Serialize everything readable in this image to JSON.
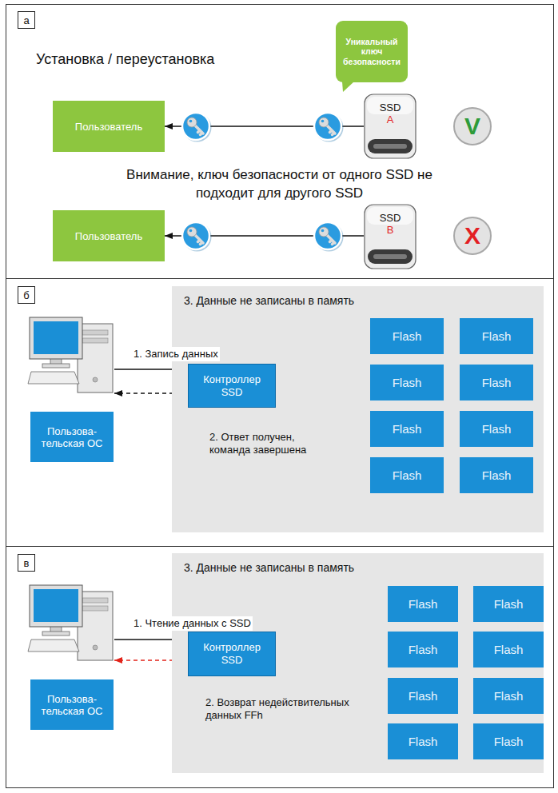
{
  "diagram": {
    "nodes": [
      {
        "text": [
          "а"
        ]
      },
      {
        "text": [
          "Уникальный ключ безопасности"
        ]
      },
      {
        "text": [
          "Пользователь"
        ]
      },
      {
        "text": [
          "SSD",
          "A"
        ]
      },
      {
        "text": [
          "V"
        ]
      },
      {
        "text": [
          "Пользователь"
        ]
      },
      {
        "text": [
          "SSD",
          "B"
        ]
      },
      {
        "text": [
          "X"
        ]
      },
      {
        "text": [
          "б"
        ]
      },
      {
        "text": [
          "3. Данные не записаны в память"
        ]
      },
      {
        "text": [
          "Пользова- тельская ОС"
        ]
      },
      {
        "text": [
          "Контроллер SSD"
        ],
        "in": 9
      },
      {
        "text": [
          "Flash"
        ],
        "in": 9
      },
      {
        "text": [
          "Flash"
        ],
        "in": 9
      },
      {
        "text": [
          "Flash"
        ],
        "in": 9
      },
      {
        "text": [
          "Flash"
        ],
        "in": 9
      },
      {
        "text": [
          "Flash"
        ],
        "in": 9
      },
      {
        "text": [
          "Flash"
        ],
        "in": 9
      },
      {
        "text": [
          "Flash"
        ],
        "in": 9
      },
      {
        "text": [
          "Flash"
        ],
        "in": 9
      },
      {
        "text": [
          "в"
        ]
      },
      {
        "text": [
          "3. Данные не записаны в память"
        ]
      },
      {
        "text": [
          "Пользова- тельская ОС"
        ]
      },
      {
        "text": [
          "Контроллер SSD"
        ],
        "in": 21
      },
      {
        "text": [
          "Flash"
        ],
        "in": 21
      },
      {
        "text": [
          "Flash"
        ],
        "in": 21
      },
      {
        "text": [
          "Flash"
        ],
        "in": 21
      },
      {
        "text": [
          "Flash"
        ],
        "in": 21
      },
      {
        "text": [
          "Flash"
        ],
        "in": 21
      },
      {
        "text": [
          "Flash"
        ],
        "in": 21
      },
      {
        "text": [
          "Flash"
        ],
        "in": 21
      },
      {
        "text": [
          "Flash"
        ],
        "in": 21
      }
    ],
    "edges": [
      {
        "from": 3,
        "to": 2,
        "arrow": "to"
      },
      {
        "from": 6,
        "to": 5,
        "arrow": "to"
      },
      {
        "from": 10,
        "to": 11,
        "label": "1. Запись данных",
        "arrow": "to"
      },
      {
        "from": 11,
        "to": 10,
        "label": "2. Ответ получен, команда завершена",
        "arrow": "to"
      },
      {
        "from": 22,
        "to": 23,
        "label": "1. Чтение данных с SSD",
        "arrow": "to"
      },
      {
        "from": 23,
        "to": 22,
        "label": "2. Возврат недействительных данных FFh",
        "arrow": "to"
      },
      {
        "from": 24,
        "to": 23,
        "arrow": "to"
      },
      {
        "from": 26,
        "to": 23,
        "arrow": "to"
      },
      {
        "from": 28,
        "to": 23,
        "arrow": "to"
      },
      {
        "from": 30,
        "to": 23,
        "arrow": "to"
      }
    ],
    "labels": [
      "Установка / переустановка",
      "Внимание, ключ безопасности от одного SSD не подходит для другого SSD"
    ]
  }
}
